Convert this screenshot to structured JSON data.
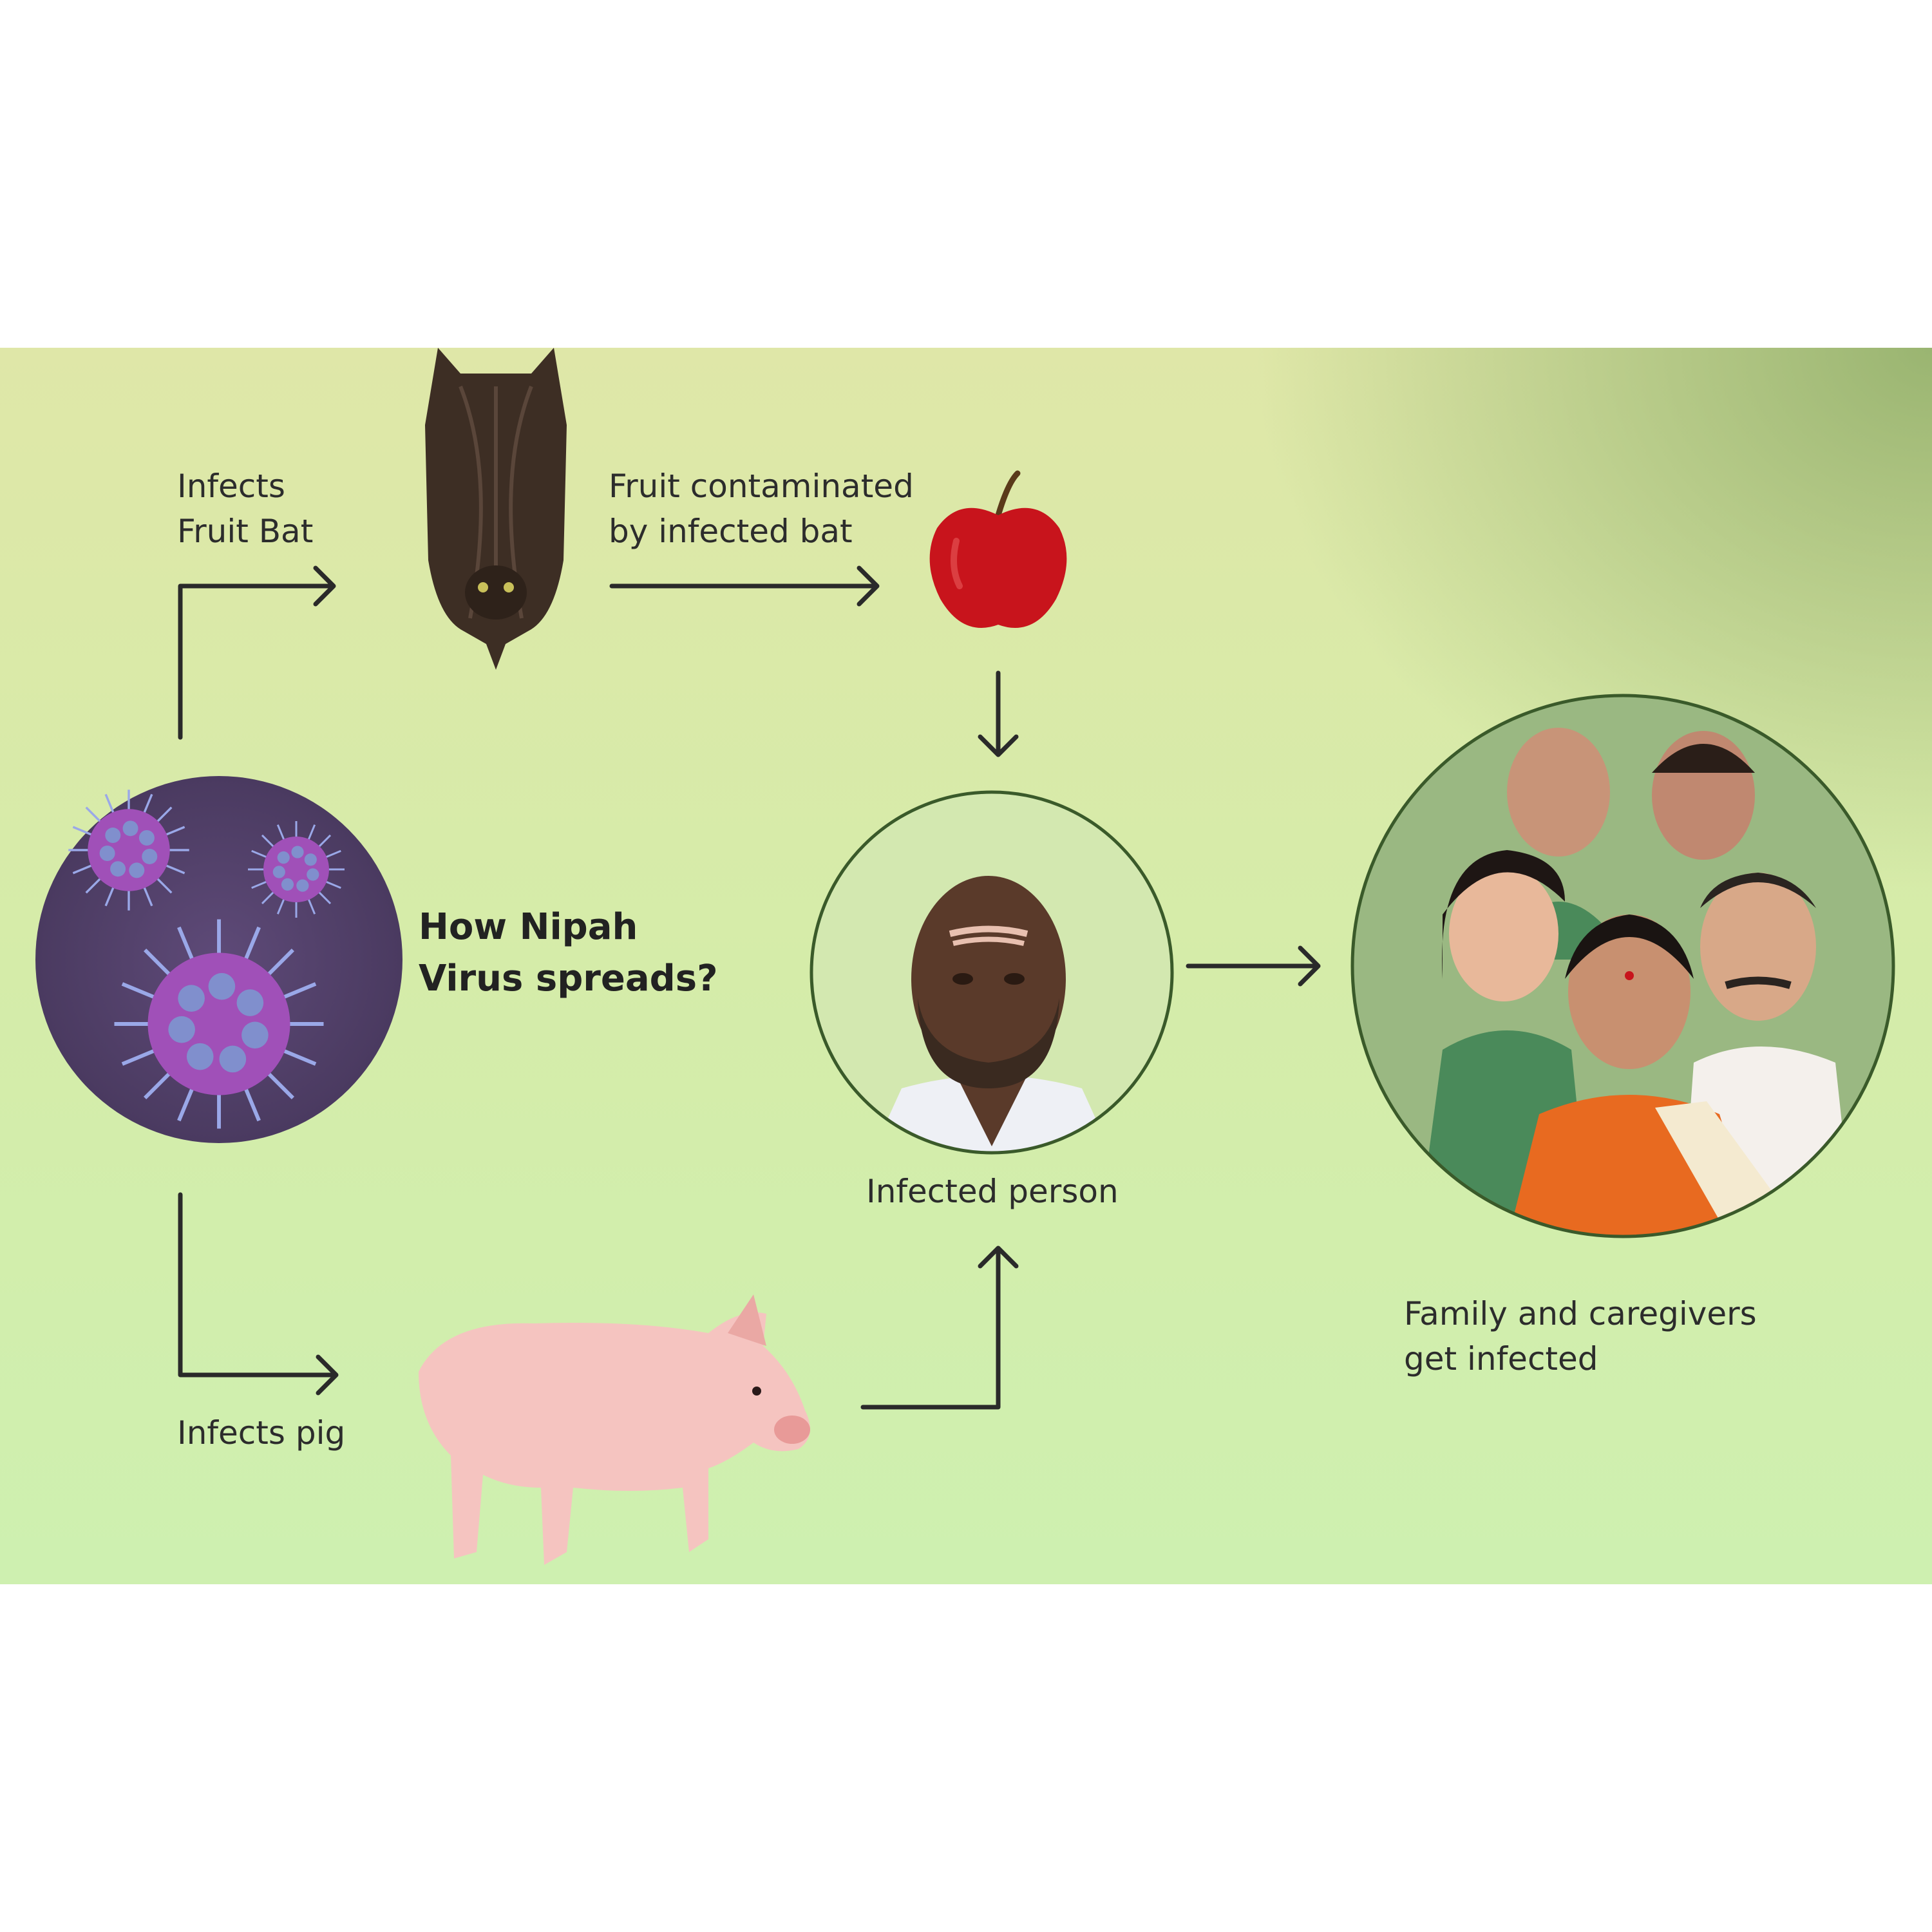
{
  "title": "How Nipah\nVirus spreads?",
  "labels": {
    "infects_bat": "Infects\nFruit Bat",
    "fruit_contaminated": "Fruit contaminated\nby infected bat",
    "infected_person": "Infected person",
    "family": "Family and caregivers\nget infected",
    "infects_pig": "Infects pig"
  },
  "colors": {
    "background_top": "#dfe7a8",
    "background_corner": "#96b26e",
    "virus_circle": "#5a4770",
    "virus_particle": "#a050b8",
    "bat": "#3d2e24",
    "apple": "#c8141c",
    "pig": "#f5c4c0",
    "arrow": "#2a2a2a"
  },
  "icons": [
    "virus-icon",
    "bat-icon",
    "apple-icon",
    "pig-icon",
    "person-icon",
    "family-icon"
  ]
}
